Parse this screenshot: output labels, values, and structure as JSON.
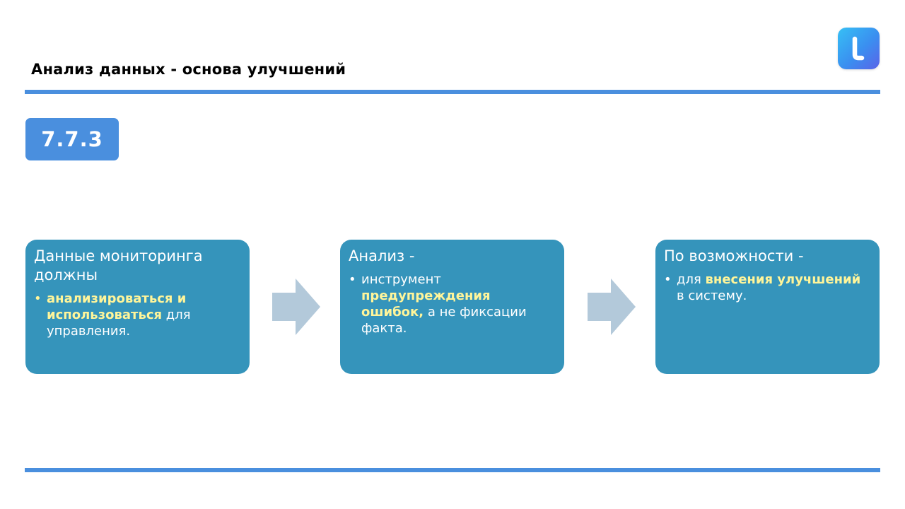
{
  "slide": {
    "title": "Анализ данных - основа улучшений",
    "badge": "7.7.3"
  },
  "logo": {
    "icon": "app-logo-icon"
  },
  "colors": {
    "accent": "#4a8fde",
    "card": "#3594bb",
    "highlight": "#fff59a",
    "arrow": "#b3c9da"
  },
  "cards": [
    {
      "heading": "Данные мониторинга должны",
      "bullet": {
        "hl1": "анализироваться и использоваться",
        "text1": " для управления."
      }
    },
    {
      "heading": "Анализ -",
      "bullet": {
        "text0": "инструмент ",
        "hl1": "предупреждения ошибок,",
        "text1": " а не фиксации факта."
      }
    },
    {
      "heading": "По возможности -",
      "bullet": {
        "text0": "для ",
        "hl1": "внесения улучшений",
        "text1": " в систему."
      }
    }
  ]
}
